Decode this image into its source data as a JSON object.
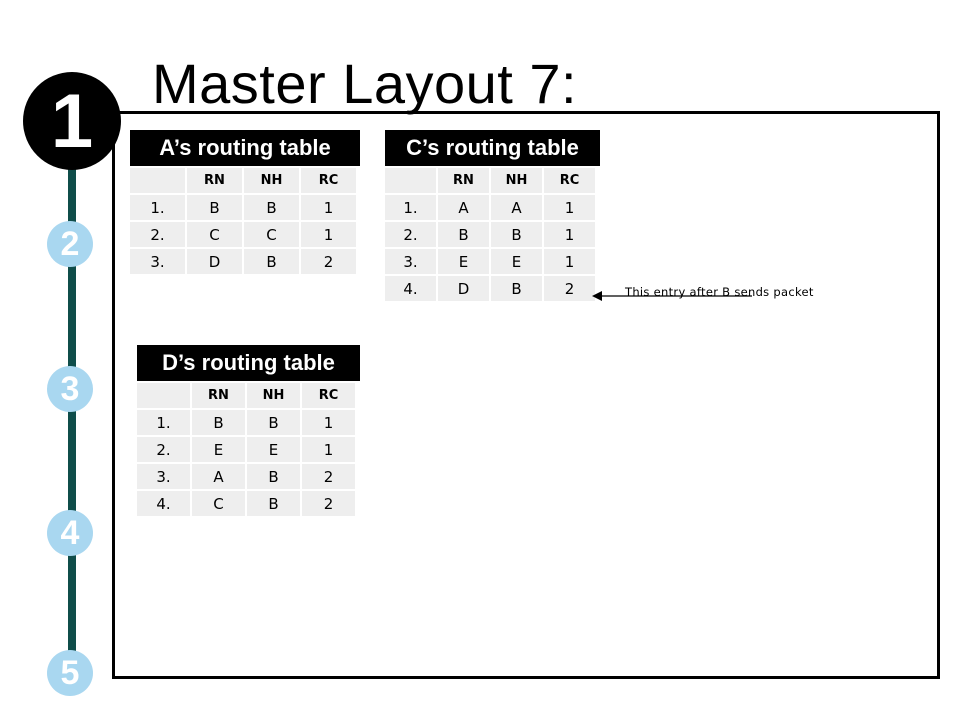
{
  "slide": {
    "title": "Master Layout 7:"
  },
  "timeline": {
    "steps": [
      "1",
      "2",
      "3",
      "4",
      "5"
    ]
  },
  "tables": {
    "a": {
      "title": "A’s routing table",
      "columns": [
        "",
        "RN",
        "NH",
        "RC"
      ],
      "rows": [
        [
          "1.",
          "B",
          "B",
          "1"
        ],
        [
          "2.",
          "C",
          "C",
          "1"
        ],
        [
          "3.",
          "D",
          "B",
          "2"
        ]
      ]
    },
    "c": {
      "title": "C’s routing table",
      "columns": [
        "",
        "RN",
        "NH",
        "RC"
      ],
      "rows": [
        [
          "1.",
          "A",
          "A",
          "1"
        ],
        [
          "2.",
          "B",
          "B",
          "1"
        ],
        [
          "3.",
          "E",
          "E",
          "1"
        ],
        [
          "4.",
          "D",
          "B",
          "2"
        ]
      ]
    },
    "d": {
      "title": "D’s routing table",
      "columns": [
        "",
        "RN",
        "NH",
        "RC"
      ],
      "rows": [
        [
          "1.",
          "B",
          "B",
          "1"
        ],
        [
          "2.",
          "E",
          "E",
          "1"
        ],
        [
          "3.",
          "A",
          "B",
          "2"
        ],
        [
          "4.",
          "C",
          "B",
          "2"
        ]
      ]
    }
  },
  "annotation": {
    "text": "This entry after B sends packet"
  }
}
